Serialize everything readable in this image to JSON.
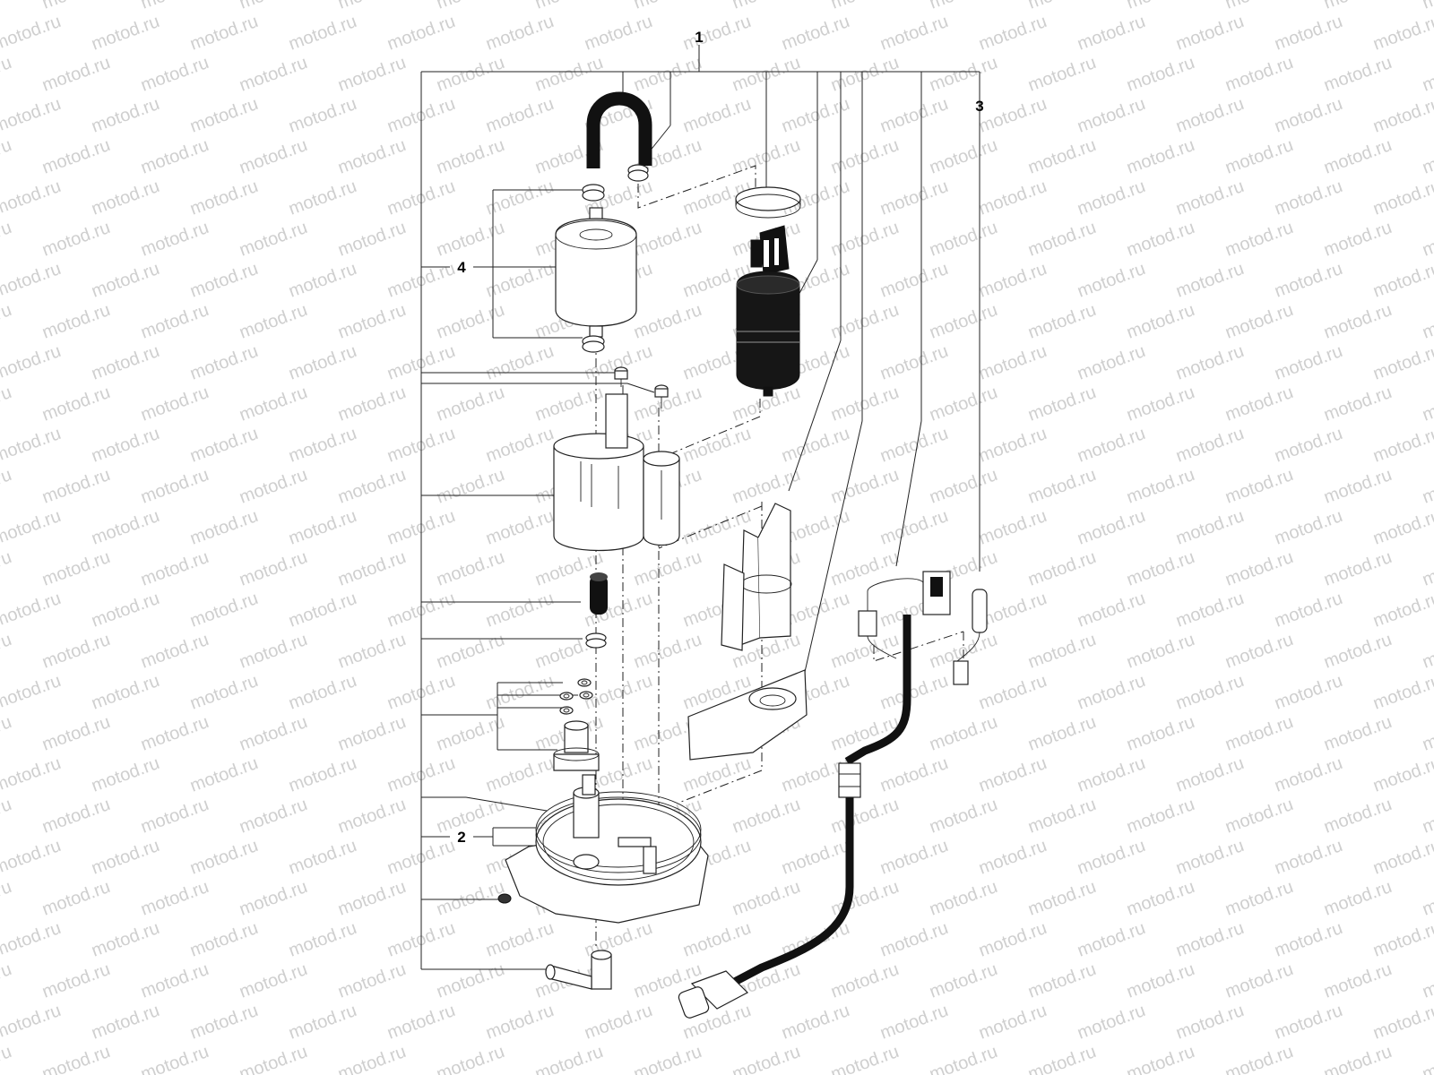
{
  "watermark": {
    "text": "motod.ru",
    "color": "#cfcfcf"
  },
  "callouts": [
    {
      "id": "c1",
      "label": "1"
    },
    {
      "id": "c2",
      "label": "2"
    },
    {
      "id": "c3",
      "label": "3"
    },
    {
      "id": "c4",
      "label": "4"
    }
  ],
  "colors": {
    "line": "#222222",
    "fill": "#ffffff",
    "dark_part": "#111111"
  }
}
